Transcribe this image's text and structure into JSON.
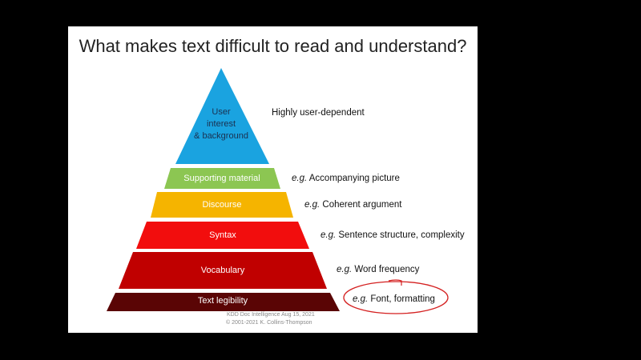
{
  "title": "What makes text difficult to read and understand?",
  "tiers": [
    {
      "label_lines": [
        "User",
        "interest",
        "& background"
      ],
      "color": "#1aa3e0",
      "text_color": "#1a3050",
      "note_prefix": "",
      "note": "Highly user-dependent"
    },
    {
      "label": "Supporting  material",
      "color": "#8cc652",
      "note_prefix": "e.g.",
      "note": "Accompanying picture"
    },
    {
      "label": "Discourse",
      "color": "#f5b400",
      "note_prefix": "e.g.",
      "note": "Coherent argument"
    },
    {
      "label": "Syntax",
      "color": "#f20d0d",
      "note_prefix": "e.g.",
      "note": "Sentence structure, complexity"
    },
    {
      "label": "Vocabulary",
      "color": "#c00000",
      "note_prefix": "e.g.",
      "note": "Word frequency"
    },
    {
      "label": "Text legibility",
      "color": "#5a0505",
      "note_prefix": "e.g.",
      "note": "Font, formatting"
    }
  ],
  "footer": {
    "line1": "KDD Doc Intelligence Aug 15, 2021",
    "line2": "©  2001-2021 K. Collins-Thompson"
  },
  "annotation_color": "#d42020"
}
